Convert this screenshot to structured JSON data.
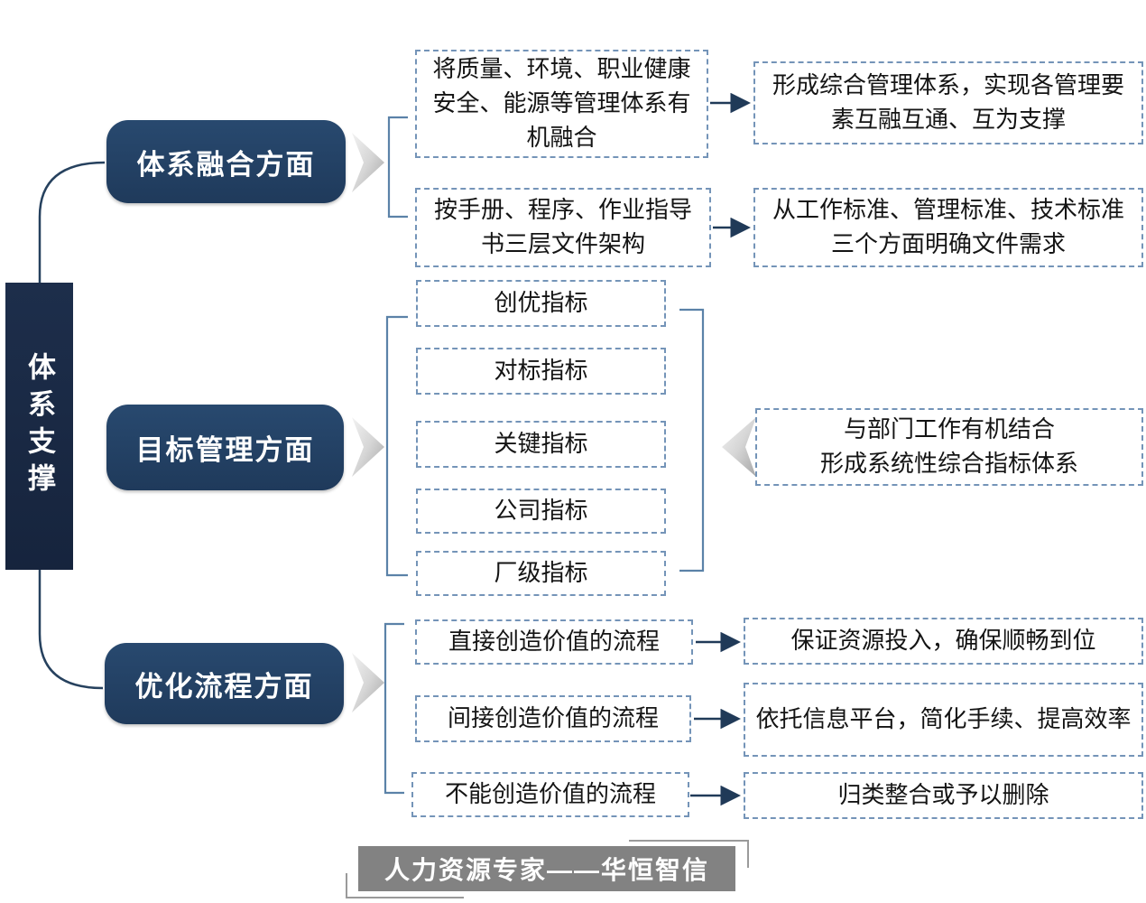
{
  "root": {
    "label": "体系支撑"
  },
  "sections": {
    "fusion": {
      "label": "体系融合方面",
      "row1_left": "将质量、环境、职业健康安全、能源等管理体系有机融合",
      "row1_right": "形成综合管理体系，实现各管理要素互融互通、互为支撑",
      "row2_left": "按手册、程序、作业指导书三层文件架构",
      "row2_right": "从工作标准、管理标准、技术标准三个方面明确文件需求"
    },
    "target": {
      "label": "目标管理方面",
      "indicators": [
        "创优指标",
        "对标指标",
        "关键指标",
        "公司指标",
        "厂级指标"
      ],
      "result": "与部门工作有机结合\n形成系统性综合指标体系"
    },
    "process": {
      "label": "优化流程方面",
      "row1_left": "直接创造价值的流程",
      "row1_right": "保证资源投入，确保顺畅到位",
      "row2_left": "间接创造价值的流程",
      "row2_right": "依托信息平台，简化手续、提高效率",
      "row3_left": "不能创造价值的流程",
      "row3_right": "归类整合或予以删除"
    }
  },
  "footer": {
    "text": "人力资源专家——华恒智信"
  },
  "colors": {
    "navy_box": "#24466b",
    "navy_bar": "#182944",
    "dashed_border": "#7494b8",
    "connector": "#26415e",
    "bracket": "#5b82a8",
    "chevron_light": "#ededed",
    "chevron_dark": "#ababab",
    "footer_bg": "#828282"
  }
}
